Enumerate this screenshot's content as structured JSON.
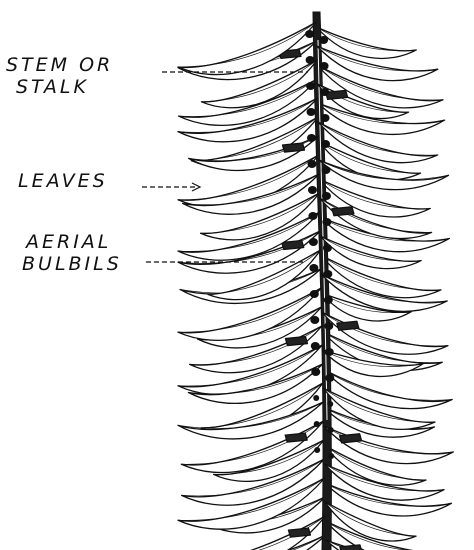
{
  "labels": {
    "stem_line1": "STEM OR",
    "stem_line2": "STALK",
    "leaves": "LEAVES",
    "aerial_line1": "AERIAL",
    "aerial_line2": "BULBILS"
  },
  "colors": {
    "ink": "#111111",
    "paper": "#ffffff"
  }
}
